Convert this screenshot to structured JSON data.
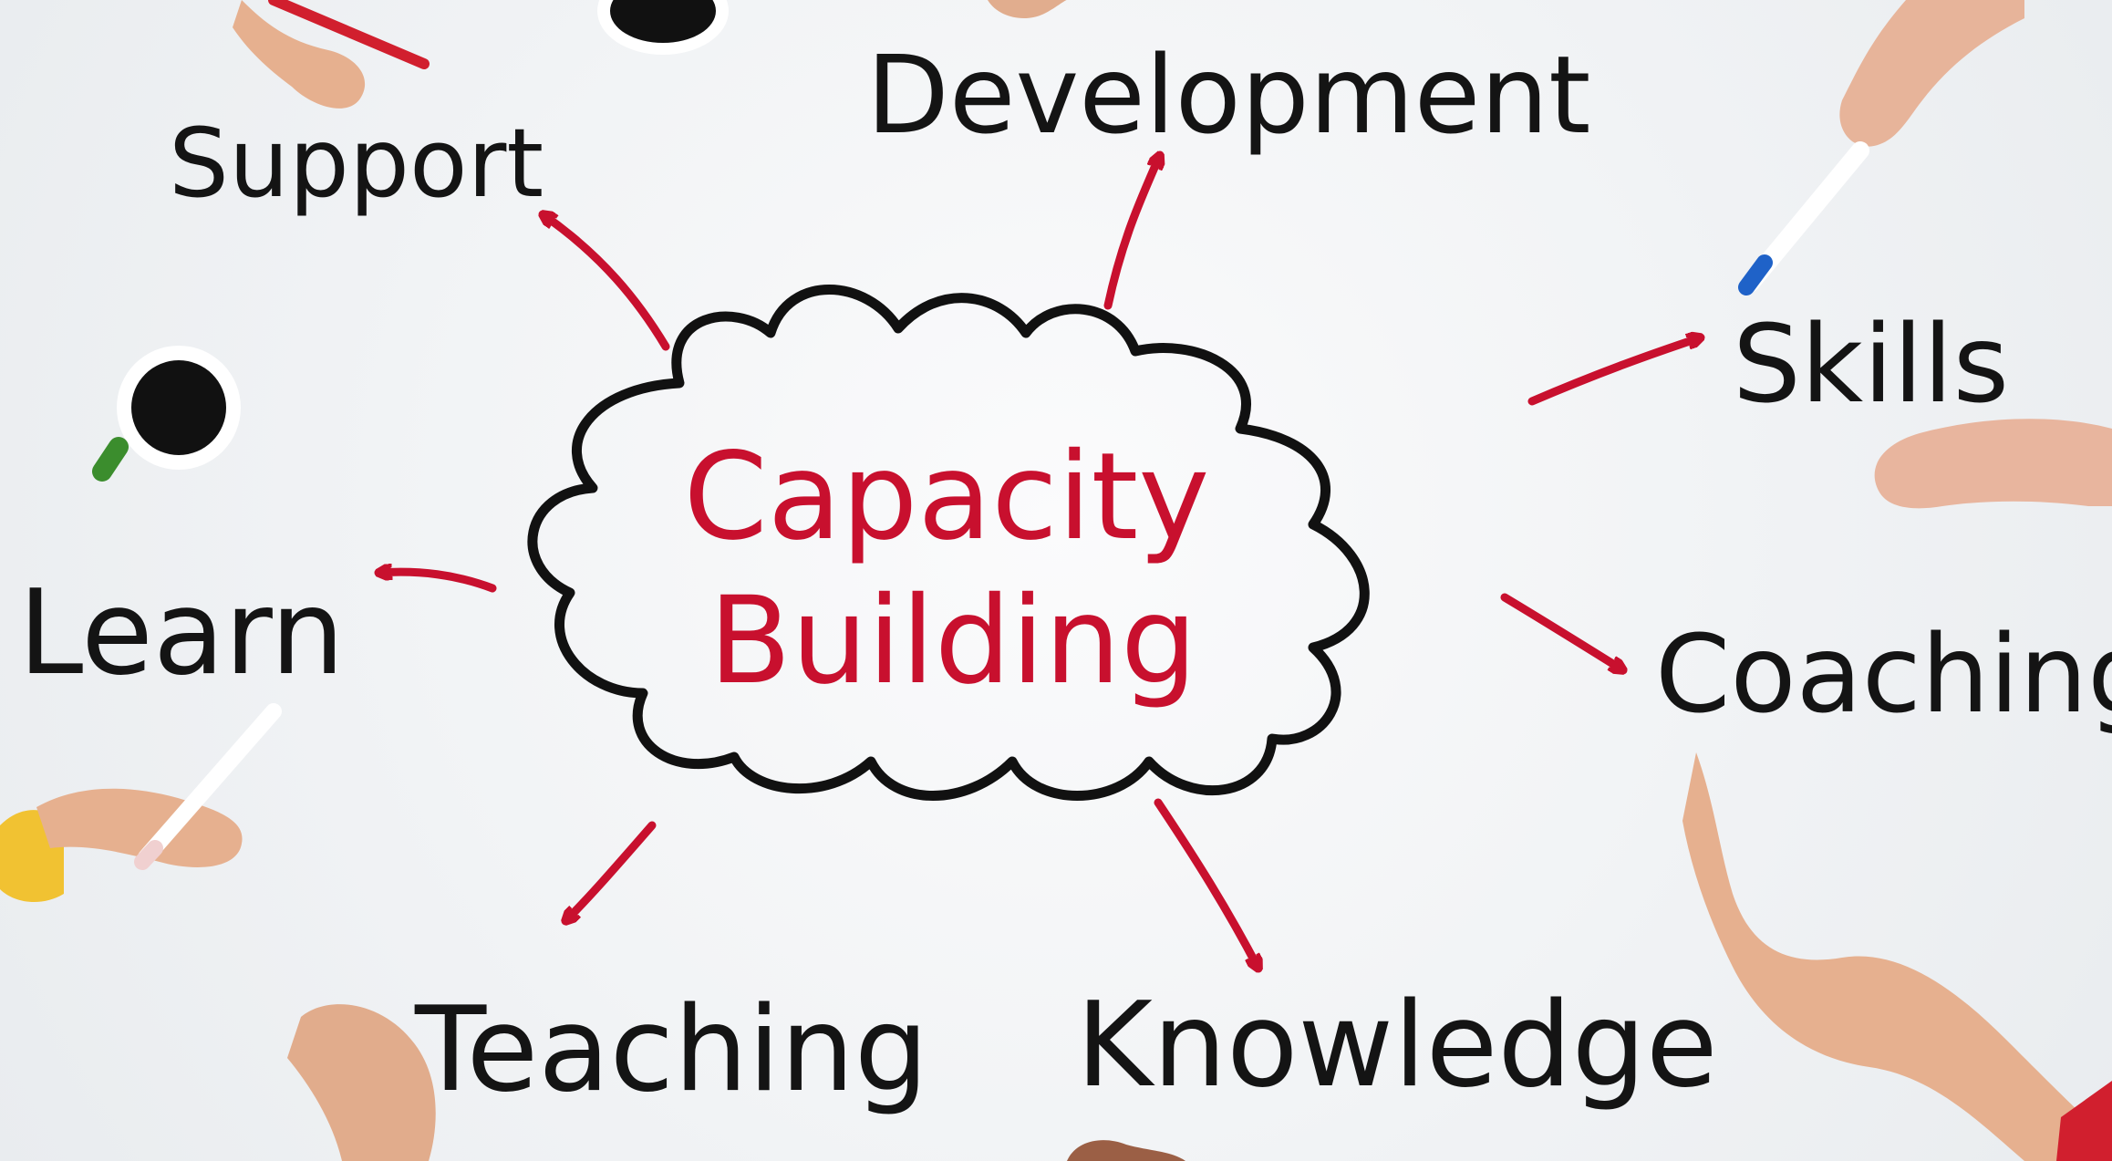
{
  "center": {
    "line1": "Capacity",
    "line2": "Building"
  },
  "words": {
    "support": "Support",
    "development": "Development",
    "skills": "Skills",
    "coaching": "Coaching",
    "knowledge": "Knowledge",
    "teaching": "Teaching",
    "learn": "Learn"
  },
  "colors": {
    "ink": "#141414",
    "accent": "#c8102e",
    "paper": "#f3f4f6"
  }
}
